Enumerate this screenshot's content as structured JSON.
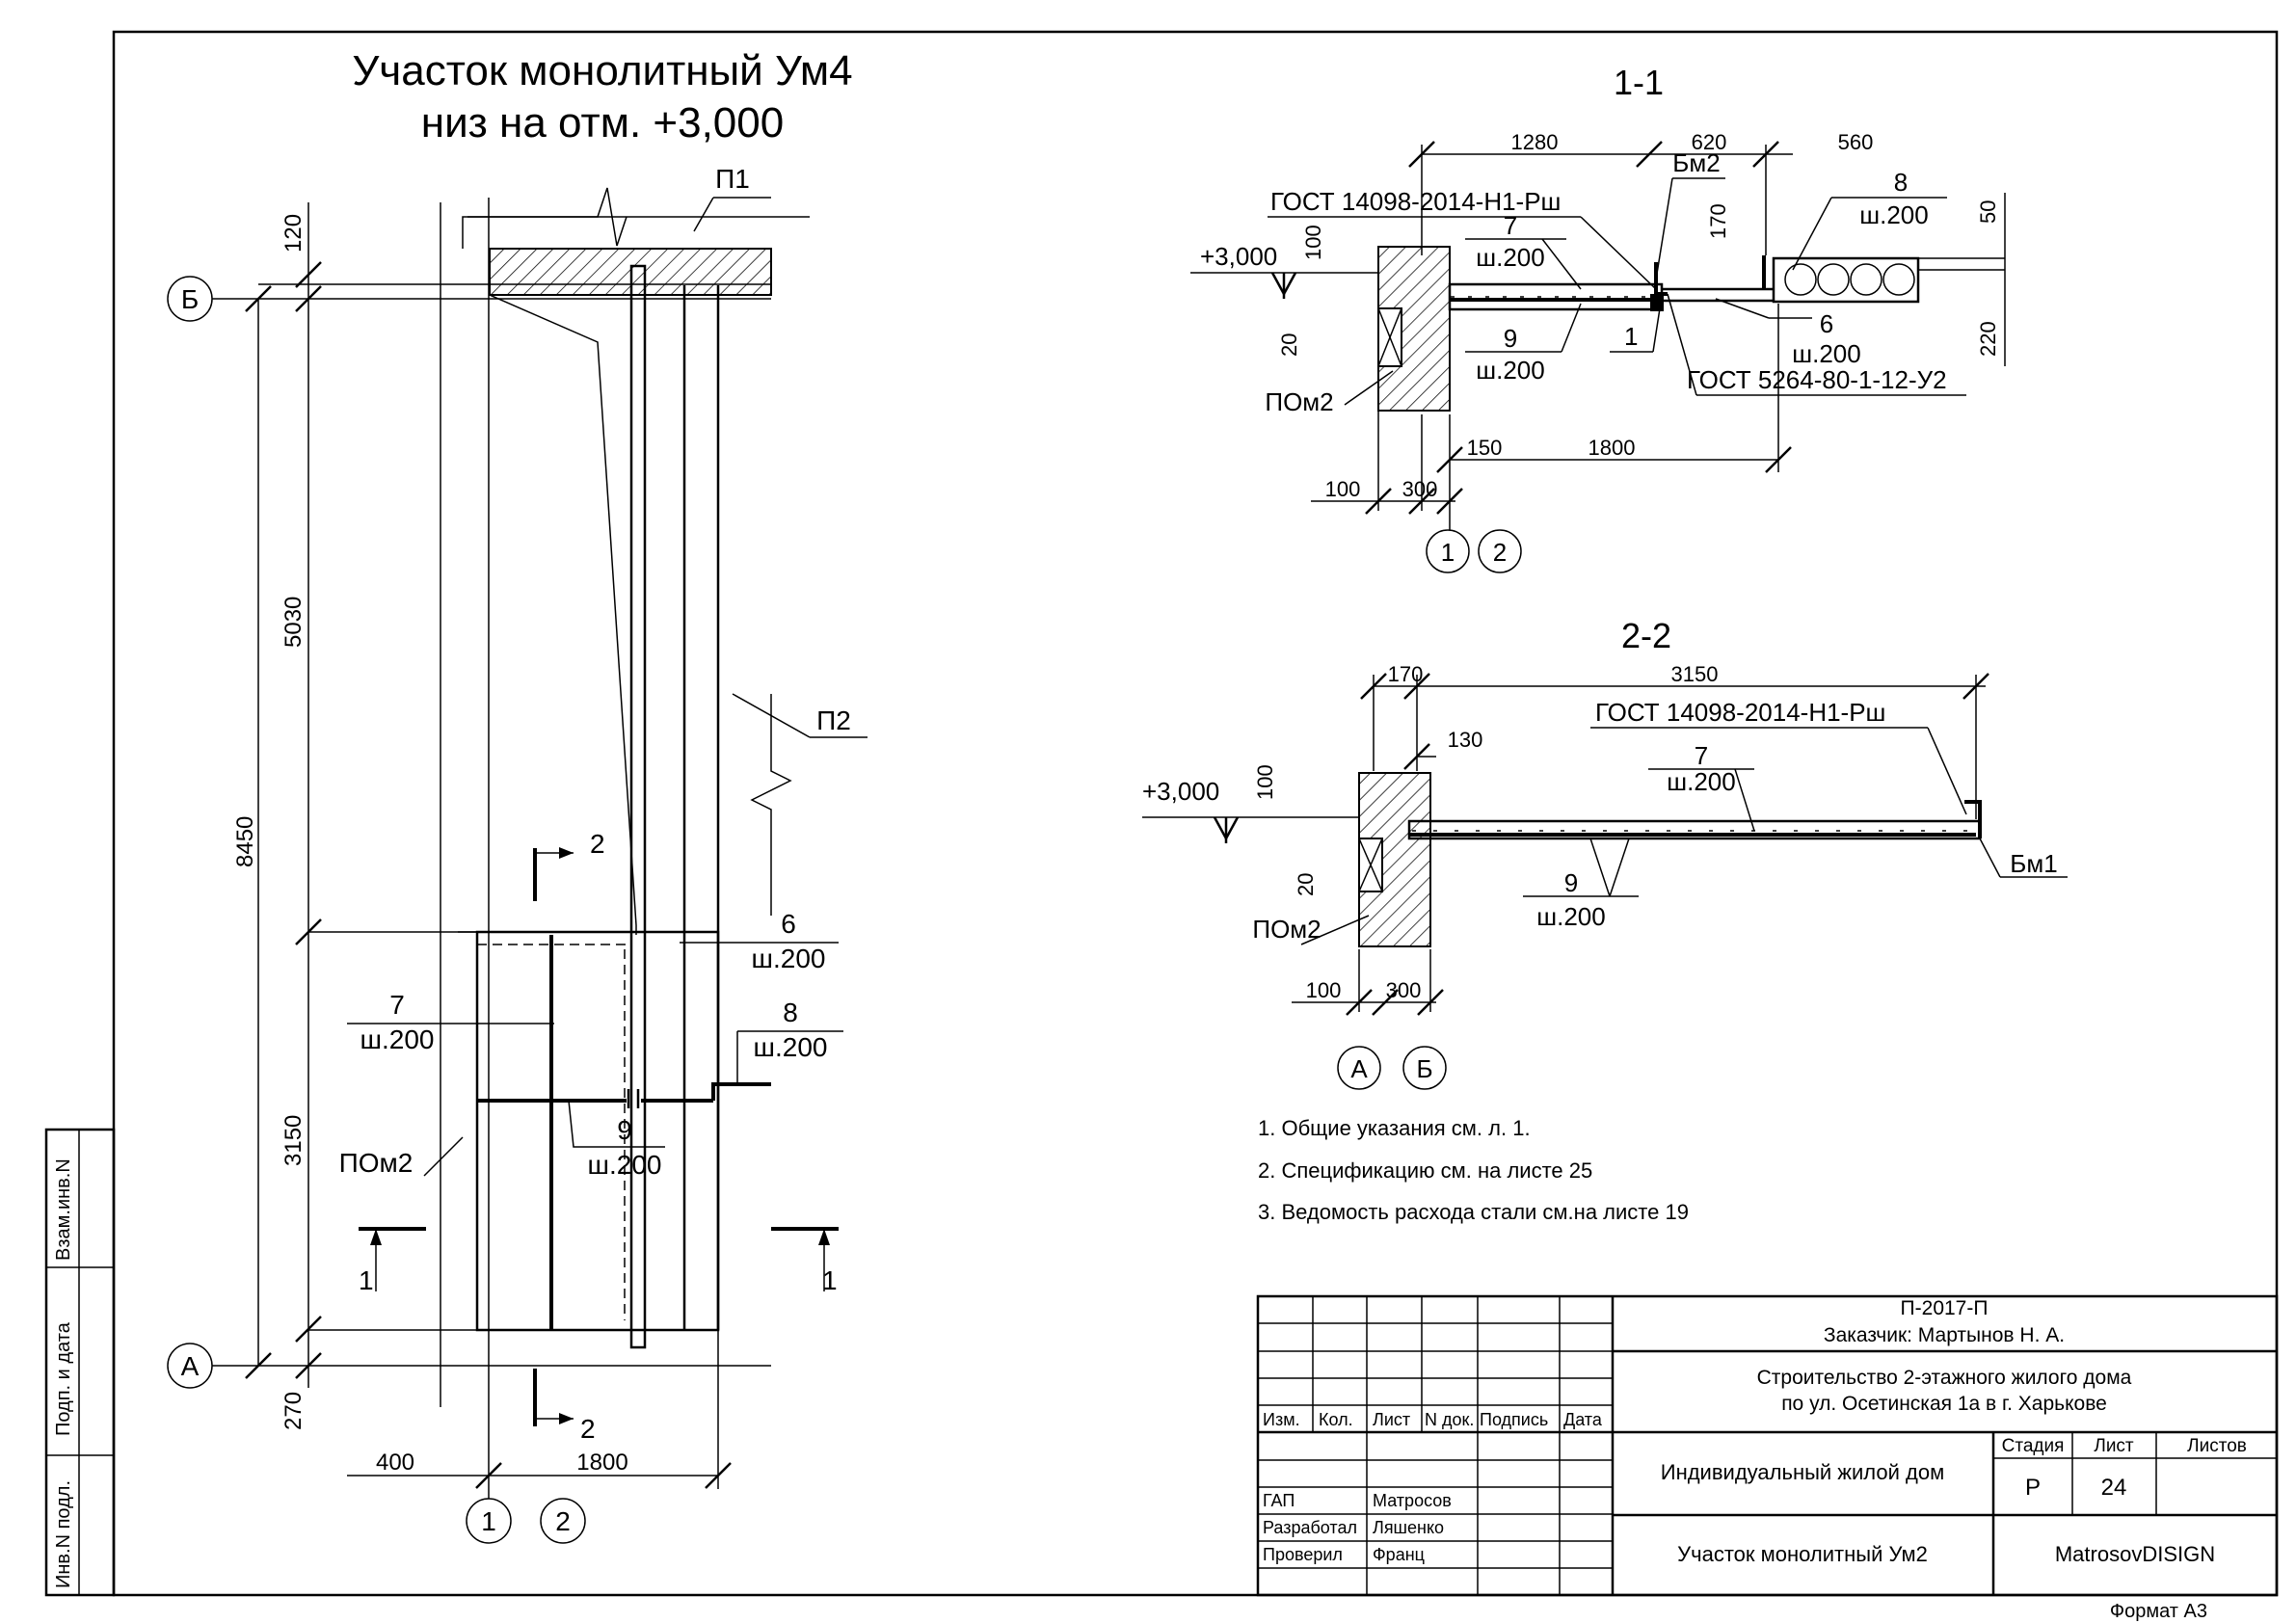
{
  "main_title": {
    "line1": "Участок монолитный Ум4",
    "line2": "низ на отм. +3,000"
  },
  "plan": {
    "axis_b": "Б",
    "axis_a": "А",
    "axis_1": "1",
    "axis_2": "2",
    "dim_120": "120",
    "dim_5030": "5030",
    "dim_8450": "8450",
    "dim_3150": "3150",
    "dim_270": "270",
    "dim_400": "400",
    "dim_1800": "1800",
    "p1": "П1",
    "p2": "П2",
    "pom2": "ПОм2",
    "cut2_top": "2",
    "cut2_bottom": "2",
    "cut1_left": "1",
    "cut1_right": "1",
    "pos6": "6",
    "pos6_step": "ш.200",
    "pos7": "7",
    "pos7_step": "ш.200",
    "pos8": "8",
    "pos8_step": "ш.200",
    "pos9": "9",
    "pos9_step": "ш.200"
  },
  "section11": {
    "title": "1-1",
    "dim_1280": "1280",
    "dim_620": "620",
    "dim_560": "560",
    "dim_50": "50",
    "dim_170": "170",
    "dim_100": "100",
    "dim_20": "20",
    "dim_220": "220",
    "dim_150": "150",
    "dim_1800": "1800",
    "dim_100b": "100",
    "dim_300": "300",
    "elevation": "+3,000",
    "gost1": "ГОСТ 14098-2014-Н1-Рш",
    "gost2": "ГОСТ 5264-80-1-12-У2",
    "bm2": "Бм2",
    "pom2": "ПОм2",
    "pos1": "1",
    "pos6": "6",
    "pos6_step": "ш.200",
    "pos7": "7",
    "pos7_step": "ш.200",
    "pos8": "8",
    "pos8_step": "ш.200",
    "pos9": "9",
    "pos9_step": "ш.200",
    "axis_1": "1",
    "axis_2": "2"
  },
  "section22": {
    "title": "2-2",
    "dim_170": "170",
    "dim_3150": "3150",
    "dim_130": "130",
    "dim_100": "100",
    "dim_20": "20",
    "dim_100b": "100",
    "dim_300": "300",
    "elevation": "+3,000",
    "gost1": "ГОСТ 14098-2014-Н1-Рш",
    "bm1": "Бм1",
    "pom2": "ПОм2",
    "pos7": "7",
    "pos7_step": "ш.200",
    "pos9": "9",
    "pos9_step": "ш.200",
    "axis_a": "А",
    "axis_b": "Б"
  },
  "notes": [
    "1.  Общие указания см. л. 1.",
    "2.  Спецификацию см. на листе 25",
    "3.  Ведомость расхода стали см.на листе 19"
  ],
  "side_stamp": {
    "vzam": "Взам.инв.N",
    "podp": "Подп. и дата",
    "inv": "Инв.N подл."
  },
  "title_block": {
    "code": "П-2017-П",
    "customer": "Заказчик: Мартынов Н. А.",
    "project_line1": "Строительство 2-этажного жилого дома",
    "project_line2": "по ул. Осетинская 1а в г. Харькове",
    "building": "Индивидуальный жилой дом",
    "sheet_title": "Участок монолитный Ум2",
    "company": "MatrosovDISIGN",
    "col_izm": "Изм.",
    "col_kol": "Кол.",
    "col_list": "Лист",
    "col_ndok": "N док.",
    "col_podpis": "Подпись",
    "col_data": "Дата",
    "stage_label": "Стадия",
    "sheet_label": "Лист",
    "sheets_label": "Листов",
    "stage_value": "Р",
    "sheet_value": "24",
    "role1": "ГАП",
    "name1": "Матросов",
    "role2": "Разработал",
    "name2": "Ляшенко",
    "role3": "Проверил",
    "name3": "Франц"
  },
  "format": "Формат А3"
}
